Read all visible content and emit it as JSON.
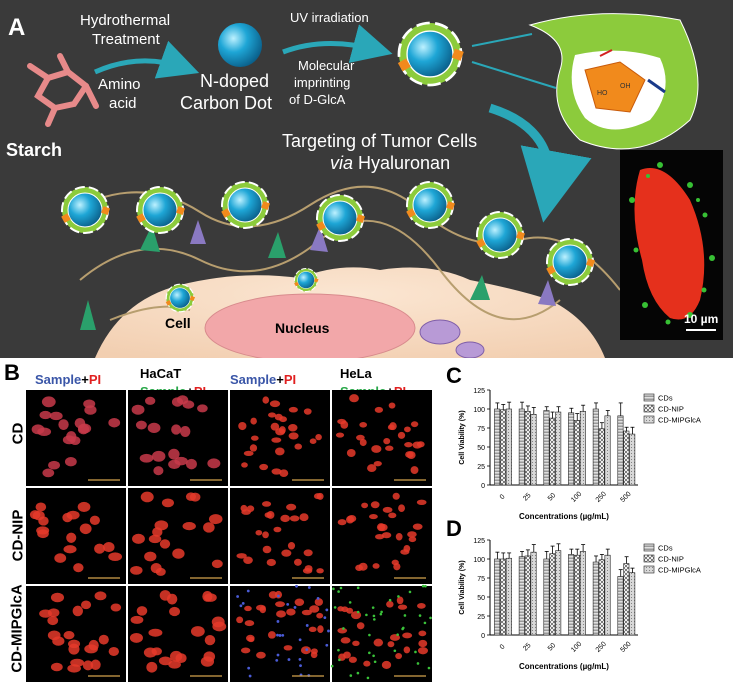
{
  "panelA": {
    "label": "A",
    "hydro1": "Hydrothermal",
    "hydro2": "Treatment",
    "amino1": "Amino",
    "amino2": "acid",
    "starch": "Starch",
    "cd1": "N-doped",
    "cd2": "Carbon Dot",
    "uv": "UV irradiation",
    "mol1": "Molecular",
    "mol2": "imprinting",
    "mol3": "of D-GlcA",
    "target1": "Targeting of Tumor Cells",
    "target2_italic": "via",
    "target2_rest": " Hyaluronan",
    "cell": "Cell",
    "nucleus": "Nucleus",
    "scalebar": "10 µm",
    "colors": {
      "bg": "#3a3a3a",
      "cd": "#1c9ed0",
      "shell": "#8ccb3c",
      "cell": "#f7dcc4",
      "nucleus": "#f2a7a9",
      "arrow": "#2aa7b8"
    }
  },
  "panelB": {
    "label": "B",
    "hacat": "HaCaT",
    "hela": "HeLa",
    "col_sample": "Sample",
    "col_plus": "+",
    "col_pi": "PI",
    "rows": [
      "CD",
      "CD-NIP",
      "CD-MIPGlcA"
    ],
    "colors": {
      "blue": "#3a56a8",
      "green": "#2aa84a",
      "red": "#e02020"
    }
  },
  "chart_data": [
    {
      "panel": "C",
      "type": "bar",
      "categories": [
        "0",
        "25",
        "50",
        "100",
        "250",
        "500"
      ],
      "series": [
        {
          "name": "CDs",
          "values": [
            100,
            100,
            98,
            95,
            100,
            91
          ],
          "errors": [
            8,
            9,
            5,
            6,
            8,
            17
          ]
        },
        {
          "name": "CD-NIP",
          "values": [
            99,
            97,
            88,
            85,
            74,
            71
          ],
          "errors": [
            7,
            7,
            8,
            9,
            8,
            5
          ]
        },
        {
          "name": "CD-MIPGlcA",
          "values": [
            100,
            93,
            96,
            97,
            91,
            67
          ],
          "errors": [
            9,
            9,
            7,
            8,
            7,
            9
          ]
        }
      ],
      "xlabel": "Concentrations (µg/mL)",
      "ylabel": "Cell Viability (%)",
      "ylim": [
        0,
        125
      ],
      "yticks": [
        0,
        25,
        50,
        75,
        100,
        125
      ],
      "legend": "top-right"
    },
    {
      "panel": "D",
      "type": "bar",
      "categories": [
        "0",
        "25",
        "50",
        "100",
        "250",
        "500"
      ],
      "series": [
        {
          "name": "CDs",
          "values": [
            100,
            103,
            100,
            106,
            96,
            77
          ],
          "errors": [
            9,
            7,
            10,
            7,
            8,
            9
          ]
        },
        {
          "name": "CD-NIP",
          "values": [
            100,
            104,
            107,
            105,
            99,
            94
          ],
          "errors": [
            8,
            8,
            10,
            8,
            7,
            9
          ]
        },
        {
          "name": "CD-MIPGlcA",
          "values": [
            101,
            109,
            111,
            110,
            105,
            82
          ],
          "errors": [
            7,
            10,
            9,
            9,
            8,
            6
          ]
        }
      ],
      "xlabel": "Concentrations (µg/mL)",
      "ylabel": "Cell Viability (%)",
      "ylim": [
        0,
        125
      ],
      "yticks": [
        0,
        25,
        50,
        75,
        100,
        125
      ],
      "legend": "top-right"
    }
  ]
}
